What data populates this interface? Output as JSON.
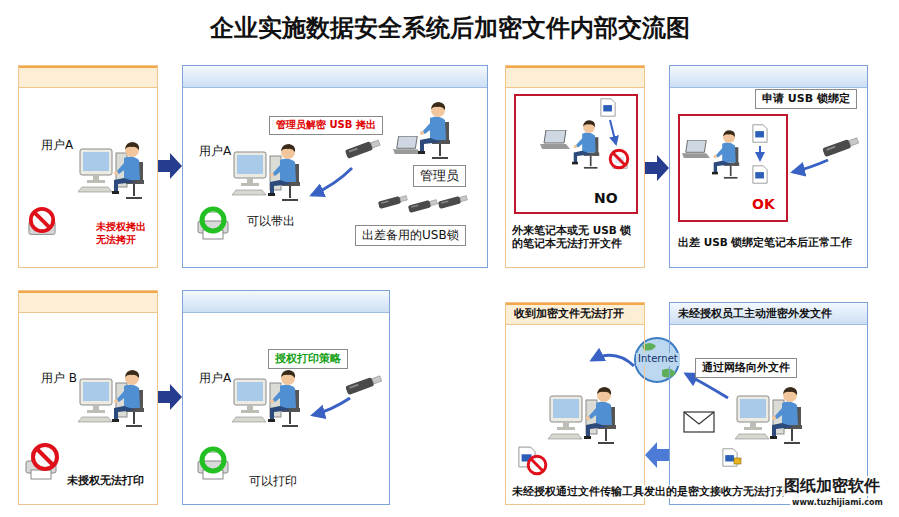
{
  "diagram": {
    "title": "企业实施数据安全系统后加密文件内部交流图",
    "nodes": [
      {
        "text": [
          "用户A",
          "未授权拷出 无法拷开"
        ]
      },
      {
        "text": [
          "用户A",
          "可以带出"
        ]
      },
      {
        "text": [
          "管理员解密 USB 拷出"
        ],
        "in": 1
      },
      {
        "text": [
          "管理员"
        ],
        "in": 1
      },
      {
        "text": [
          "出差备用的USB锁"
        ],
        "in": 1
      },
      {
        "text": [
          "外来笔记本或无 USB 锁的笔记本无法打开文件"
        ]
      },
      {
        "text": [
          "NO"
        ],
        "in": 5
      },
      {
        "text": [
          "出差 USB 锁绑定笔记本后正常工作"
        ]
      },
      {
        "text": [
          "OK"
        ],
        "in": 7
      },
      {
        "text": [
          "申请 USB 锁绑定"
        ],
        "in": 7
      },
      {
        "text": [
          "用户 B",
          "未授权无法打印"
        ]
      },
      {
        "text": [
          "用户A",
          "可以打印"
        ]
      },
      {
        "text": [
          "授权打印策略"
        ],
        "in": 11
      },
      {
        "text": [
          "收到加密文件无法打开"
        ]
      },
      {
        "text": [
          "未经授权员工主动泄密外发文件"
        ]
      },
      {
        "text": [
          "通过网络向外文件"
        ],
        "in": 14
      }
    ],
    "edges": [
      {
        "from": 0,
        "to": 1,
        "arrow": "to"
      },
      {
        "from": 5,
        "to": 7,
        "arrow": "to"
      },
      {
        "from": 10,
        "to": 11,
        "arrow": "to"
      },
      {
        "from": 14,
        "to": 13,
        "arrow": "to"
      }
    ],
    "labels": [
      "Internet",
      "未经授权通过文件传输工具发出的是密文接收方无法打开",
      "图纸加密软件",
      "www.tuzhijiami.com"
    ]
  }
}
